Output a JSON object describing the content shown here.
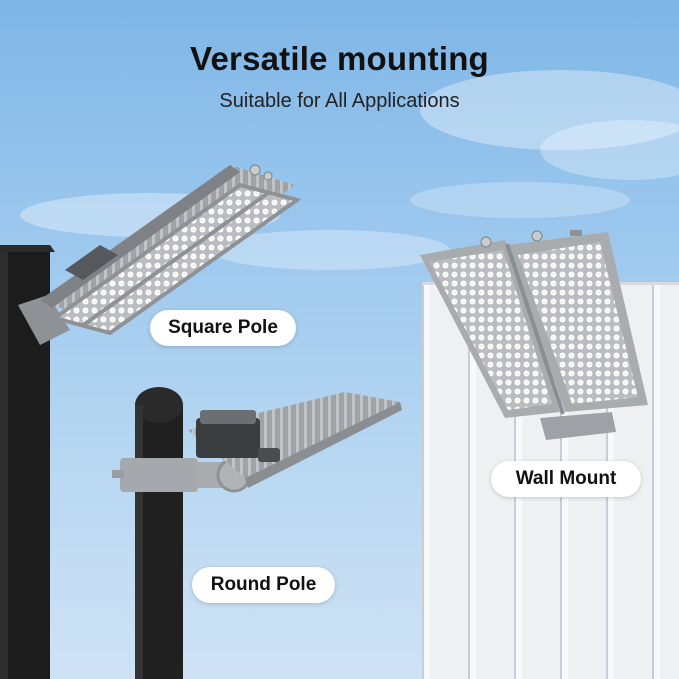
{
  "header": {
    "title": "Versatile mounting",
    "subtitle": "Suitable for All Applications"
  },
  "labels": {
    "square_pole": "Square Pole",
    "round_pole": "Round Pole",
    "wall_mount": "Wall Mount"
  },
  "colors": {
    "sky_top": "#7fb6e6",
    "sky_bottom": "#cfe2f4",
    "pole": "#1c1c1c",
    "fixture_gray": "#a9acaf",
    "wall_white": "#eef0f2"
  }
}
